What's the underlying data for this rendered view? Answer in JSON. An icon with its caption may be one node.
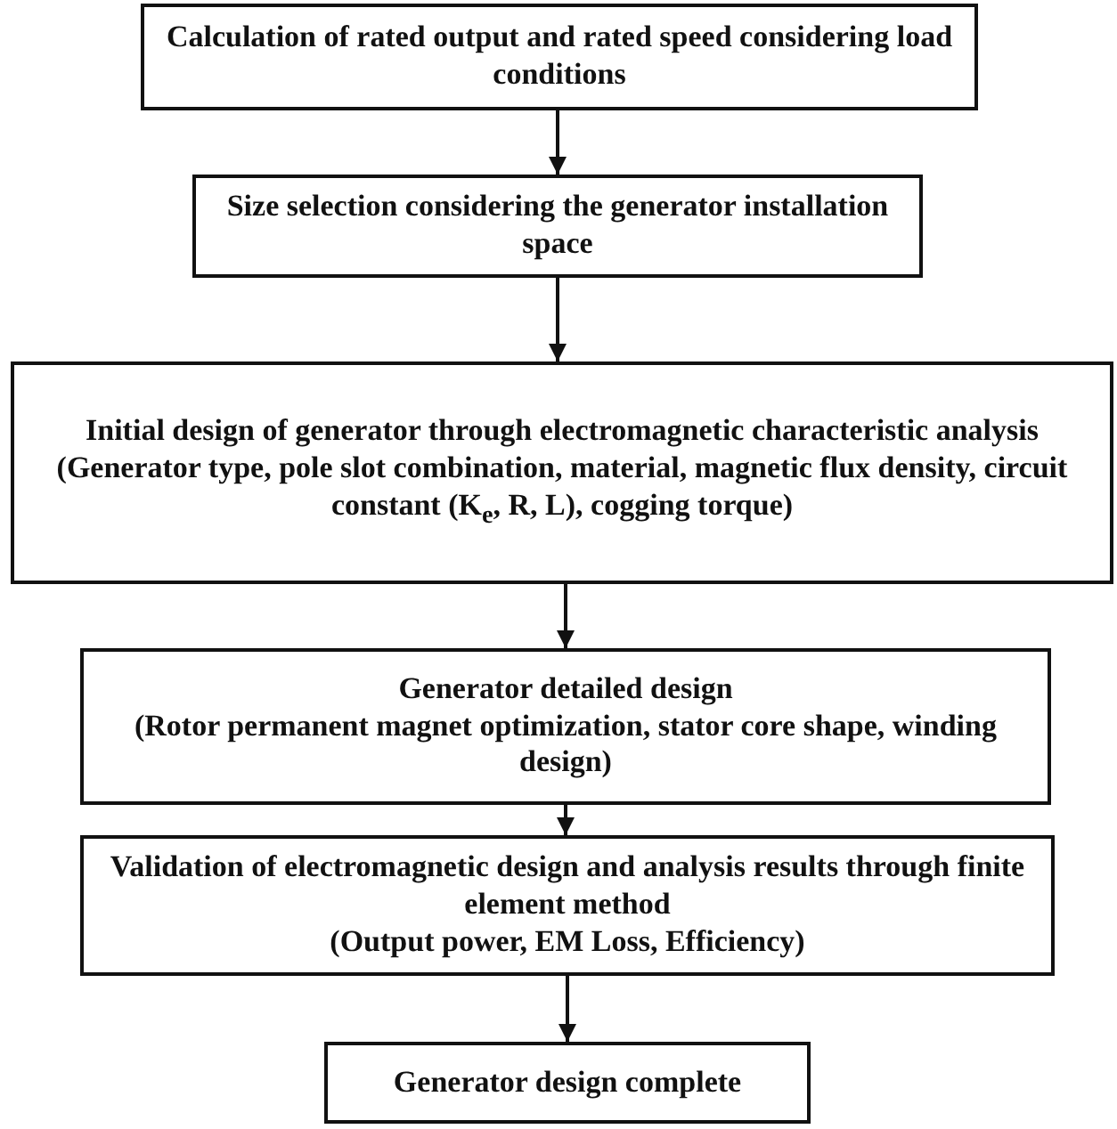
{
  "diagram": {
    "nodes": [
      {
        "text": [
          "Calculation of rated output and rated speed considering load conditions"
        ]
      },
      {
        "text": [
          "Size selection considering the generator installation space"
        ]
      },
      {
        "text": [
          "Initial design of generator through electromagnetic characteristic analysis",
          "(Generator type, pole slot combination, material, magnetic flux density, circuit constant (K$_{e}$, R, L), cogging torque)"
        ]
      },
      {
        "text": [
          "Generator detailed design",
          "(Rotor permanent magnet optimization, stator core shape, winding design)"
        ]
      },
      {
        "text": [
          "Validation of electromagnetic design and analysis results through finite element method",
          "(Output power, EM Loss, Efficiency)"
        ]
      },
      {
        "text": [
          "Generator design complete"
        ]
      }
    ],
    "edges": [
      {
        "from": 0,
        "to": 1,
        "arrow": "to"
      },
      {
        "from": 1,
        "to": 2,
        "arrow": "to"
      },
      {
        "from": 2,
        "to": 3,
        "arrow": "to"
      },
      {
        "from": 3,
        "to": 4,
        "arrow": "to"
      },
      {
        "from": 4,
        "to": 5,
        "arrow": "to"
      }
    ]
  }
}
